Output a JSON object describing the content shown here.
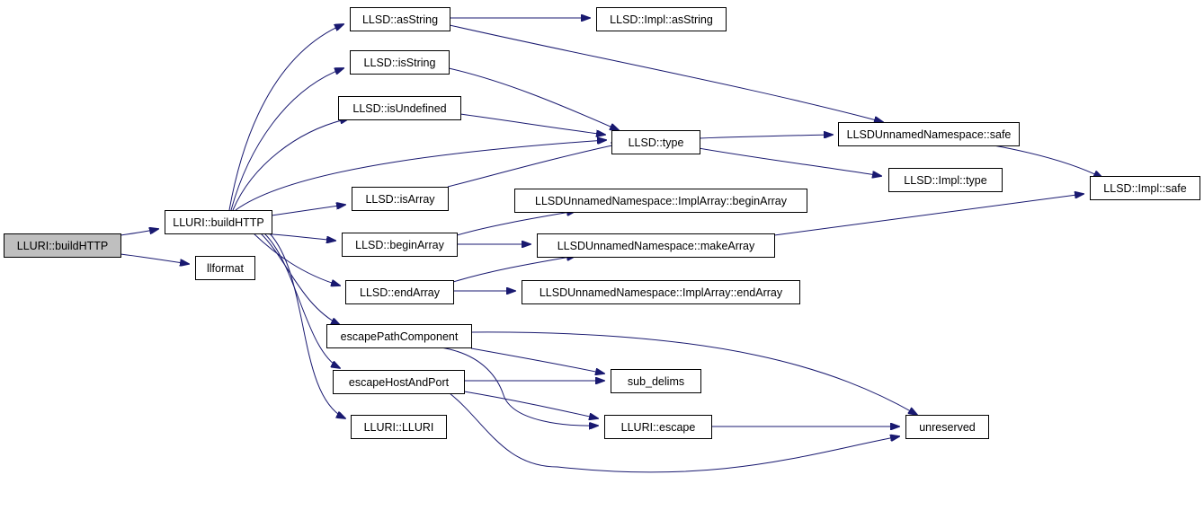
{
  "colors": {
    "edge": "#191970",
    "node_border": "#000000",
    "node_fill": "#ffffff",
    "root_fill": "#bfbfbf",
    "text": "#000000"
  },
  "nodes": [
    {
      "id": "root",
      "label": "LLURI::buildHTTP",
      "root": true
    },
    {
      "id": "buildHTTP",
      "label": "LLURI::buildHTTP"
    },
    {
      "id": "llformat",
      "label": "llformat"
    },
    {
      "id": "asString",
      "label": "LLSD::asString"
    },
    {
      "id": "implAsString",
      "label": "LLSD::Impl::asString"
    },
    {
      "id": "isString",
      "label": "LLSD::isString"
    },
    {
      "id": "isUndefined",
      "label": "LLSD::isUndefined"
    },
    {
      "id": "type",
      "label": "LLSD::type"
    },
    {
      "id": "safe",
      "label": "LLSDUnnamedNamespace::safe"
    },
    {
      "id": "implType",
      "label": "LLSD::Impl::type"
    },
    {
      "id": "implSafe",
      "label": "LLSD::Impl::safe"
    },
    {
      "id": "isArray",
      "label": "LLSD::isArray"
    },
    {
      "id": "implArrayBegin",
      "label": "LLSDUnnamedNamespace::ImplArray::beginArray"
    },
    {
      "id": "beginArray",
      "label": "LLSD::beginArray"
    },
    {
      "id": "makeArray",
      "label": "LLSDUnnamedNamespace::makeArray"
    },
    {
      "id": "endArray",
      "label": "LLSD::endArray"
    },
    {
      "id": "implArrayEnd",
      "label": "LLSDUnnamedNamespace::ImplArray::endArray"
    },
    {
      "id": "escapePath",
      "label": "escapePathComponent"
    },
    {
      "id": "escapeHost",
      "label": "escapeHostAndPort"
    },
    {
      "id": "subDelims",
      "label": "sub_delims"
    },
    {
      "id": "llUriEscape",
      "label": "LLURI::escape"
    },
    {
      "id": "unreserved",
      "label": "unreserved"
    },
    {
      "id": "llUriCtor",
      "label": "LLURI::LLURI"
    }
  ],
  "edges": [
    {
      "from": "root",
      "to": "buildHTTP"
    },
    {
      "from": "root",
      "to": "llformat"
    },
    {
      "from": "buildHTTP",
      "to": "asString"
    },
    {
      "from": "buildHTTP",
      "to": "isString"
    },
    {
      "from": "buildHTTP",
      "to": "isUndefined"
    },
    {
      "from": "buildHTTP",
      "to": "type"
    },
    {
      "from": "buildHTTP",
      "to": "isArray"
    },
    {
      "from": "buildHTTP",
      "to": "beginArray"
    },
    {
      "from": "buildHTTP",
      "to": "endArray"
    },
    {
      "from": "buildHTTP",
      "to": "escapePath"
    },
    {
      "from": "buildHTTP",
      "to": "escapeHost"
    },
    {
      "from": "buildHTTP",
      "to": "llUriCtor"
    },
    {
      "from": "asString",
      "to": "implAsString"
    },
    {
      "from": "asString",
      "to": "safe"
    },
    {
      "from": "isString",
      "to": "type"
    },
    {
      "from": "isUndefined",
      "to": "type"
    },
    {
      "from": "isArray",
      "to": "type"
    },
    {
      "from": "type",
      "to": "safe"
    },
    {
      "from": "type",
      "to": "implType"
    },
    {
      "from": "safe",
      "to": "implSafe"
    },
    {
      "from": "beginArray",
      "to": "implArrayBegin"
    },
    {
      "from": "beginArray",
      "to": "makeArray"
    },
    {
      "from": "endArray",
      "to": "makeArray"
    },
    {
      "from": "endArray",
      "to": "implArrayEnd"
    },
    {
      "from": "makeArray",
      "to": "implSafe"
    },
    {
      "from": "escapePath",
      "to": "subDelims"
    },
    {
      "from": "escapePath",
      "to": "llUriEscape"
    },
    {
      "from": "escapePath",
      "to": "unreserved"
    },
    {
      "from": "escapeHost",
      "to": "subDelims"
    },
    {
      "from": "escapeHost",
      "to": "llUriEscape"
    },
    {
      "from": "escapeHost",
      "to": "unreserved"
    },
    {
      "from": "llUriEscape",
      "to": "unreserved"
    }
  ]
}
